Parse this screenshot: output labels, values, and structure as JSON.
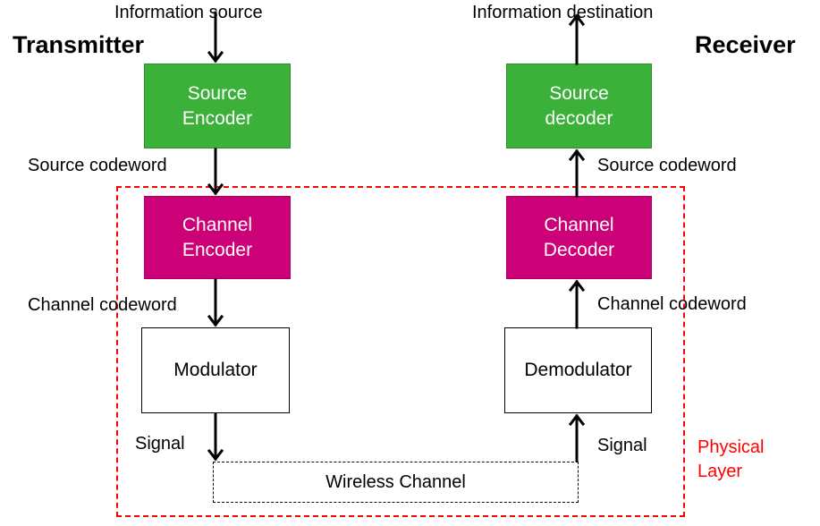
{
  "transmitter": {
    "title": "Transmitter",
    "input_label": "Information source",
    "source_encoder": "Source\nEncoder",
    "source_codeword": "Source codeword",
    "channel_encoder": "Channel\nEncoder",
    "channel_codeword": "Channel codeword",
    "modulator": "Modulator",
    "signal": "Signal"
  },
  "receiver": {
    "title": "Receiver",
    "output_label": "Information destination",
    "source_decoder": "Source\ndecoder",
    "source_codeword": "Source codeword",
    "channel_decoder": "Channel\nDecoder",
    "channel_codeword": "Channel codeword",
    "demodulator": "Demodulator",
    "signal": "Signal"
  },
  "channel": {
    "label": "Wireless Channel"
  },
  "physical_layer": {
    "label": "Physical\nLayer"
  },
  "colors": {
    "source_block": "#3cb13a",
    "channel_block": "#cc0077",
    "physical_layer": "#ff0000"
  }
}
